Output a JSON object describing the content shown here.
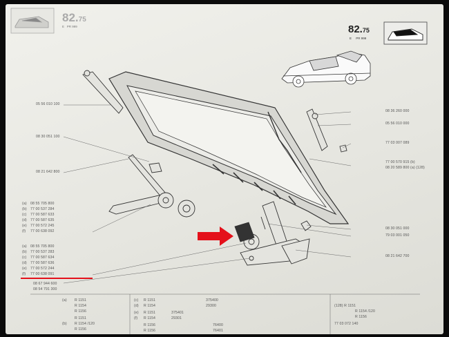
{
  "plates": {
    "top_left": {
      "main": "82.",
      "sub": "75",
      "code1": "E",
      "code2": "PR 999"
    },
    "top_right": {
      "main": "82.",
      "sub": "75",
      "code1": "E",
      "code2": "PR 999"
    }
  },
  "left_refs": [
    "05 56 010 100",
    "08 30 051 100",
    "08 21 642 800"
  ],
  "group1": [
    {
      "key": "(a)",
      "ref": "08 55 705 800"
    },
    {
      "key": "(b)",
      "ref": "77 00 537 284"
    },
    {
      "key": "(c)",
      "ref": "77 00 587 633"
    },
    {
      "key": "(d)",
      "ref": "77 00 587 635"
    },
    {
      "key": "(e)",
      "ref": "77 00 572 245"
    },
    {
      "key": "(f)",
      "ref": "77 00 638 092"
    }
  ],
  "group2": [
    {
      "key": "(a)",
      "ref": "08 55 705 800"
    },
    {
      "key": "(b)",
      "ref": "77 00 537 283"
    },
    {
      "key": "(c)",
      "ref": "77 00 587 634"
    },
    {
      "key": "(d)",
      "ref": "77 00 587 636"
    },
    {
      "key": "(e)",
      "ref": "77 00 572 244"
    },
    {
      "key": "(f)",
      "ref": "77 00 638 091"
    }
  ],
  "bottom_refs": [
    "08 67 944 600",
    "08 54 791 300"
  ],
  "right_refs": [
    "08 36 260 000",
    "05 56 010 000",
    "77 03 007 089",
    "77 00 570 915 (b)",
    "08 20 589 800 (a) (128)",
    "08 30 051 000",
    "79 03 001 050",
    "08 21 642 700"
  ],
  "legend_models": [
    {
      "key": "(a)",
      "model": "R 1151"
    },
    {
      "key": "",
      "model": "R 1154"
    },
    {
      "key": "",
      "model": "R 1156"
    },
    {
      "key": "",
      "model": "R 1151"
    },
    {
      "key": "(b)",
      "model": "R 1154  /120"
    },
    {
      "key": "",
      "model": "R 1156"
    }
  ],
  "legend_serials": [
    {
      "key": "(c)",
      "model": "R 1151",
      "serial": "375400"
    },
    {
      "key": "(d)",
      "model": "R 1154",
      "serial": "29300"
    },
    {
      "key": "(e)",
      "model": "R 1151",
      "serial": "375401"
    },
    {
      "key": "(f)",
      "model": "R 1154",
      "serial": "29301"
    },
    {
      "key": "",
      "model": "R 1156",
      "serial": "76400"
    },
    {
      "key": "",
      "model": "R 1156",
      "serial": "76401"
    }
  ],
  "legend_right": {
    "r1": "(128)   R 1151",
    "r2": "R 1154  /120",
    "r3": "R 1156",
    "r4": "77 03 072 140"
  },
  "colors": {
    "highlight": "#e4101a",
    "ink": "#2b2b2b"
  }
}
